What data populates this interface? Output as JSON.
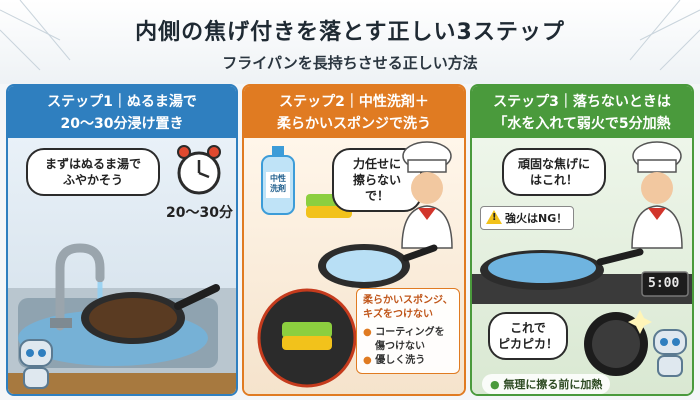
{
  "header": {
    "title": "内側の焦げ付きを落とす正しい3ステップ",
    "subtitle": "フライパンを長持ちさせる正しい方法"
  },
  "steps": [
    {
      "heading_line1": "ステップ1｜ぬるま湯で",
      "heading_line2": "20〜30分浸け置き",
      "bubble_line1": "まずはぬるま湯で",
      "bubble_line2": "ふやかそう",
      "time_label": "20〜30分"
    },
    {
      "heading_line1": "ステップ2｜中性洗剤＋",
      "heading_line2": "柔らかいスポンジで洗う",
      "bubble_line1": "力任せに",
      "bubble_line2": "擦らないで！",
      "bottle_label_line1": "中性",
      "bottle_label_line2": "洗剤",
      "tip_main_line1": "柔らかいスポンジ、",
      "tip_main_line2": "キズをつけない",
      "tip_bullet1_line1": "コーティングを",
      "tip_bullet1_line2": "傷つけない",
      "tip_bullet2": "優しく洗う"
    },
    {
      "heading_line1": "ステップ3｜落ちないときは",
      "heading_line2": "「水を入れて弱火で5分加熱",
      "bubble_line1": "頑固な焦げに",
      "bubble_line2": "はこれ！",
      "warning": "強火はNG！",
      "timer": "5:00",
      "bubble2_line1": "これで",
      "bubble2_line2": "ピカピカ！",
      "footnote": "無理に擦る前に加熱"
    }
  ],
  "colors": {
    "step1": "#2f7fbf",
    "step2": "#e07b22",
    "step3": "#4a9a3c"
  },
  "icons": [
    "alarm-clock-icon",
    "faucet-icon",
    "frying-pan-icon",
    "chef-icon",
    "robot-icon",
    "sponge-icon",
    "detergent-bottle-icon",
    "warning-icon",
    "stove-timer-icon",
    "sparkle-icon"
  ]
}
